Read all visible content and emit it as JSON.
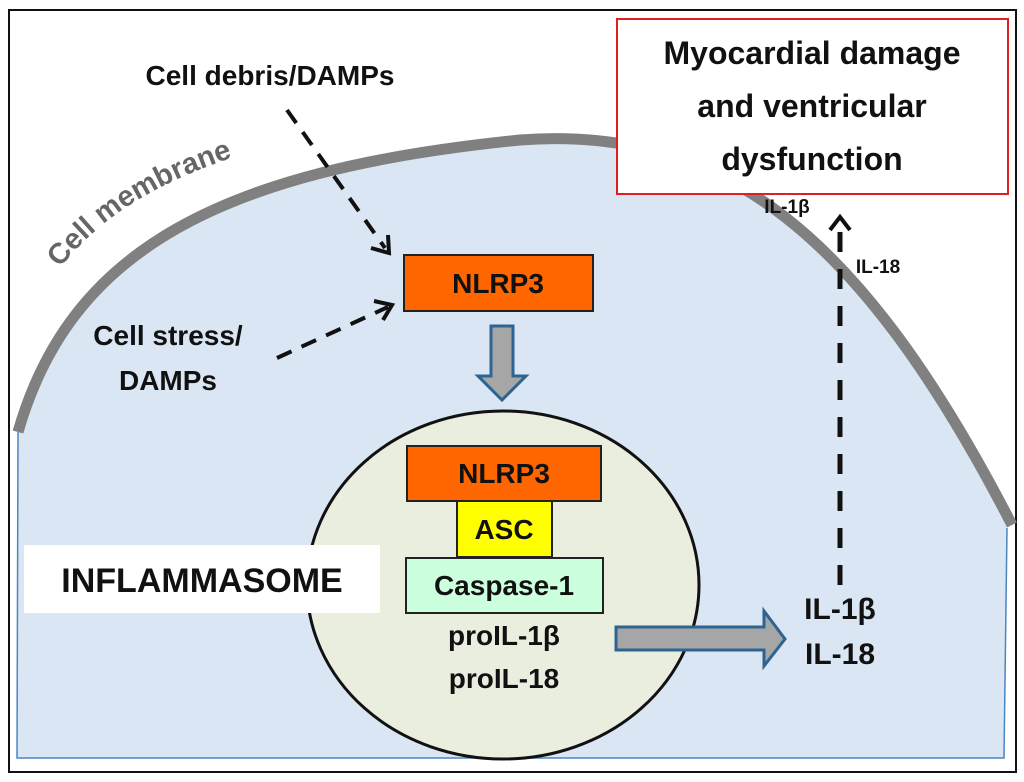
{
  "labels": {
    "cell_debris": "Cell debris/DAMPs",
    "cell_membrane": "Cell  membrane",
    "cell_stress_line1": "Cell stress/",
    "cell_stress_line2": "DAMPs",
    "outcome_line1": "Myocardial damage",
    "outcome_line2": "and ventricular",
    "outcome_line3": "dysfunction",
    "il1b_small": "IL-1β",
    "il18_small": "IL-18",
    "nlrp3_top": "NLRP3",
    "nlrp3_complex": "NLRP3",
    "asc": "ASC",
    "caspase1": "Caspase-1",
    "proil1b": "proIL-1β",
    "proil18": "proIL-18",
    "inflammasome": "INFLAMMASOME",
    "il1b_out": "IL-1β",
    "il18_out": "IL-18"
  },
  "colors": {
    "cell_fill": "#dae6f3",
    "membrane": "#808080",
    "nlrp3": "#ff6600",
    "asc": "#ffff00",
    "caspase": "#ccffdd",
    "inflammasome_fill": "#e9eedf",
    "block_arrow_fill": "#a6a6a6",
    "block_arrow_stroke": "#2e6491",
    "outcome_border": "#e02020"
  }
}
